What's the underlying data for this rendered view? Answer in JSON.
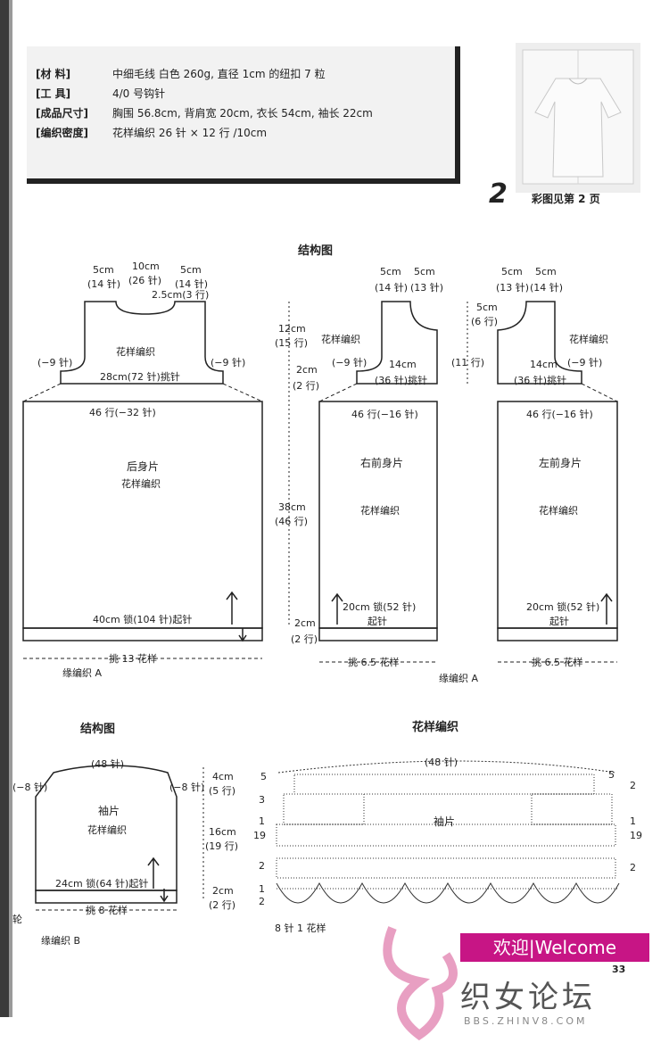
{
  "header": {
    "materials": {
      "label": "[材      料]",
      "value": "中细毛线  白色 260g,  直径 1cm 的纽扣 7 粒"
    },
    "tools": {
      "label": "[工      具]",
      "value": "4/0 号钩针"
    },
    "size": {
      "label": "[成品尺寸]",
      "value": "胸围 56.8cm, 背肩宽 20cm, 衣长 54cm, 袖长 22cm"
    },
    "gauge": {
      "label": "[编织密度]",
      "value": "花样编织  26 针 × 12 行 /10cm"
    }
  },
  "caption": {
    "number": "2",
    "text": "彩图见第 2 页"
  },
  "diagram1": {
    "title": "结构图",
    "back": {
      "w_left": "5cm",
      "w_left_st": "(14 针)",
      "w_mid": "10cm",
      "w_mid_st": "(26 针)",
      "w_right": "5cm",
      "w_right_st": "(14 针)",
      "neck": "2.5cm(3 行)",
      "pattern": "花样编织",
      "arm_left": "(−9 针)",
      "arm_right": "(−9 针)",
      "pick": "28cm(72 针)挑针",
      "dec": "46 行(−32 针)",
      "name": "后身片",
      "name_pat": "花样编织",
      "chain": "40cm 锁(104 针)起针",
      "pick_bottom": "挑 13 花样",
      "edge": "缘编织 A"
    },
    "dims": {
      "top_cm": "12cm",
      "top_rows": "(15 行)",
      "mid_cm": "2cm",
      "mid_rows": "(2 行)",
      "body_cm": "38cm",
      "body_rows": "(46 行)",
      "bot_cm": "2cm",
      "bot_rows": "(2 行)"
    },
    "right_front": {
      "w1": "5cm",
      "w1_st": "(14 针)",
      "w2": "5cm",
      "w2_st": "(13 针)",
      "pattern": "花样编织",
      "arm": "(−9 针)",
      "width": "14cm",
      "pick": "(36 针)挑针",
      "dec": "46 行(−16 针)",
      "name": "右前身片",
      "name_pat": "花样编织",
      "chain": "20cm 锁(52 针)",
      "start": "起针",
      "pick_bottom": "挑 6.5 花样",
      "edge": "缘编织 A"
    },
    "mid_dims": {
      "neck_cm": "5cm",
      "neck_rows": "(6 行)",
      "side": "(11 行)"
    },
    "left_front": {
      "w1": "5cm",
      "w1_st": "(13 针)",
      "w2": "5cm",
      "w2_st": "(14 针)",
      "pattern": "花样编织",
      "arm": "(−9 针)",
      "width": "14cm",
      "pick": "(36 针)挑针",
      "dec": "46 行(−16 针)",
      "name": "左前身片",
      "name_pat": "花样编织",
      "chain": "20cm 锁(52 针)",
      "start": "起针",
      "pick_bottom": "挑 6.5 花样"
    }
  },
  "diagram2": {
    "title": "结构图",
    "sleeve": {
      "top": "(48 针)",
      "left_dec": "(−8 针)",
      "right_dec": "(−8 针)",
      "name": "袖片",
      "pattern": "花样编织",
      "chain": "24cm 锁(64 针)起针",
      "pick": "挑 8 花样",
      "edge": "缘编织 B",
      "side_char": "轮",
      "d1_cm": "4cm",
      "d1_rows": "(5 行)",
      "d2_cm": "16cm",
      "d2_rows": "(19 行)",
      "d3_cm": "2cm",
      "d3_rows": "(2 行)"
    }
  },
  "diagram3": {
    "title": "花样编织",
    "top": "(48 针)",
    "label": "袖片",
    "repeat": "8 针 1 花样",
    "left_rows": [
      "5",
      "3",
      "1",
      "19",
      "2",
      "1",
      "2"
    ],
    "right_rows": [
      "5",
      "2",
      "1",
      "19",
      "2"
    ]
  },
  "watermark": {
    "welcome": "欢迎|Welcome",
    "name": "织女论坛",
    "url": "BBS.ZHINV8.COM",
    "page": "33"
  }
}
